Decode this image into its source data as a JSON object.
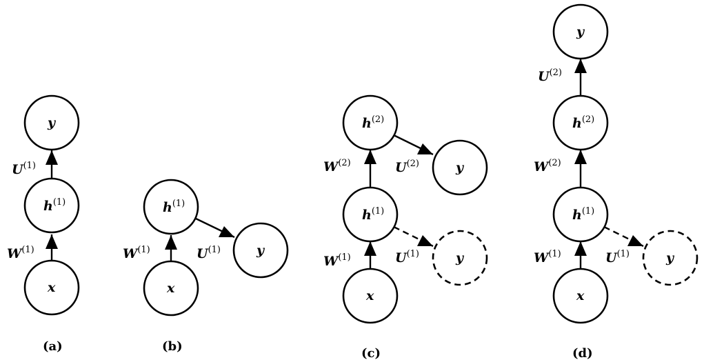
{
  "panels": [
    {
      "caption": "(a)",
      "nodes": [
        {
          "var": "x",
          "sup": ""
        },
        {
          "var": "h",
          "sup": "(1)"
        },
        {
          "var": "y",
          "sup": ""
        }
      ],
      "edges": [
        {
          "var": "W",
          "sup": "(1)"
        },
        {
          "var": "U",
          "sup": "(1)"
        }
      ]
    },
    {
      "caption": "(b)",
      "nodes": [
        {
          "var": "x",
          "sup": ""
        },
        {
          "var": "h",
          "sup": "(1)"
        },
        {
          "var": "y",
          "sup": ""
        }
      ],
      "edges": [
        {
          "var": "W",
          "sup": "(1)"
        },
        {
          "var": "U",
          "sup": "(1)"
        }
      ]
    },
    {
      "caption": "(c)",
      "nodes": [
        {
          "var": "x",
          "sup": ""
        },
        {
          "var": "h",
          "sup": "(1)"
        },
        {
          "var": "h",
          "sup": "(2)"
        },
        {
          "var": "y",
          "sup": ""
        },
        {
          "var": "y",
          "sup": ""
        }
      ],
      "edges": [
        {
          "var": "W",
          "sup": "(1)"
        },
        {
          "var": "W",
          "sup": "(2)"
        },
        {
          "var": "U",
          "sup": "(1)"
        },
        {
          "var": "U",
          "sup": "(2)"
        }
      ]
    },
    {
      "caption": "(d)",
      "nodes": [
        {
          "var": "x",
          "sup": ""
        },
        {
          "var": "h",
          "sup": "(1)"
        },
        {
          "var": "h",
          "sup": "(2)"
        },
        {
          "var": "y",
          "sup": ""
        },
        {
          "var": "y",
          "sup": ""
        }
      ],
      "edges": [
        {
          "var": "W",
          "sup": "(1)"
        },
        {
          "var": "W",
          "sup": "(2)"
        },
        {
          "var": "U",
          "sup": "(1)"
        },
        {
          "var": "U",
          "sup": "(2)"
        }
      ]
    }
  ]
}
